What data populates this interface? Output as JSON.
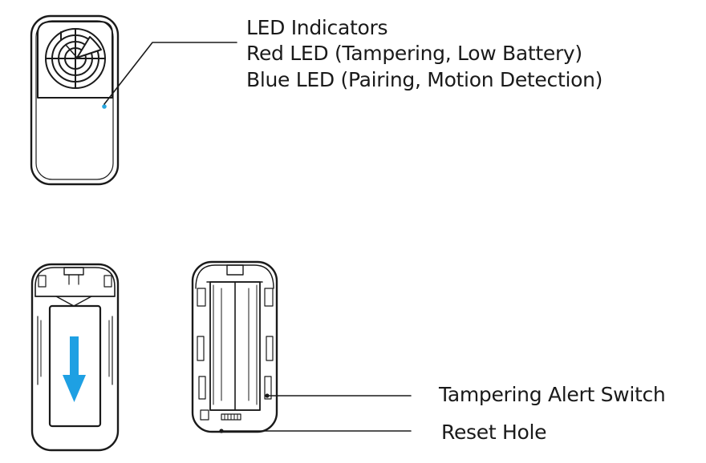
{
  "callouts": {
    "led_title": "LED Indicators",
    "led_red": "Red LED (Tampering, Low Battery)",
    "led_blue": "Blue LED (Pairing, Motion Detection)",
    "tamper_switch": "Tampering Alert Switch",
    "reset_hole": "Reset Hole"
  },
  "colors": {
    "outline": "#1a1a1a",
    "led_dot": "#29a8e0",
    "arrow": "#1ea0e3"
  },
  "icons": {
    "slide_direction": "arrow-down-icon"
  }
}
